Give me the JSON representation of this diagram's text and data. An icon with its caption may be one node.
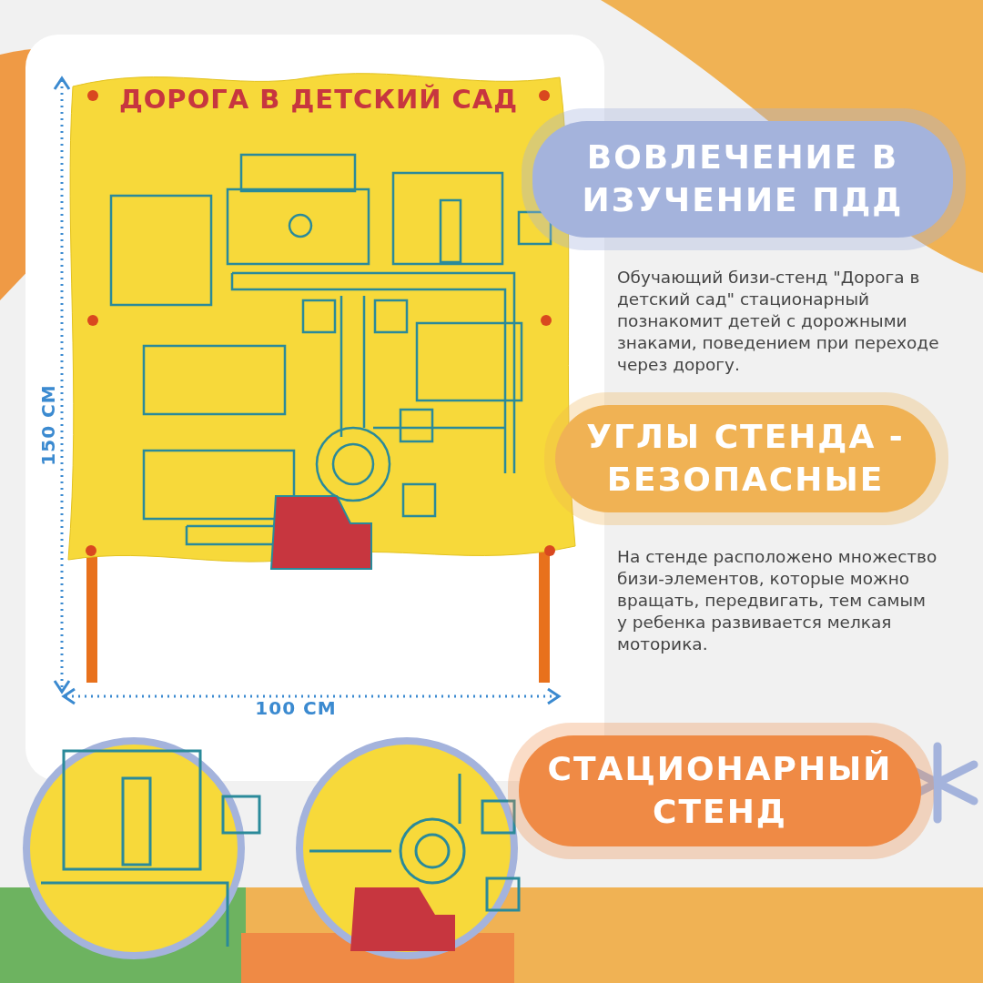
{
  "diagram": {
    "nodes": [
      {
        "text": [
          "ВОВЛЕЧЕНИЕ В ИЗУЧЕНИЕ ПДД"
        ]
      },
      {
        "text": [
          "УГЛЫ СТЕНДА - БЕЗОПАСНЫЕ"
        ]
      },
      {
        "text": [
          "СТАЦИОНАРНЫЙ СТЕНД"
        ]
      }
    ],
    "labels": [
      "ДОРОГА В ДЕТСКИЙ САД",
      "150 СМ",
      "100 СМ",
      "Обучающий бизи-стенд \"Дорога в детский сад\" стационарный познакомит детей с дорожными знаками, поведением при переходе через дорогу.",
      "На стенде расположено множество бизи-элементов, которые можно вращать, передвигать, тем самым у ребенка развивается мелкая моторика."
    ]
  }
}
